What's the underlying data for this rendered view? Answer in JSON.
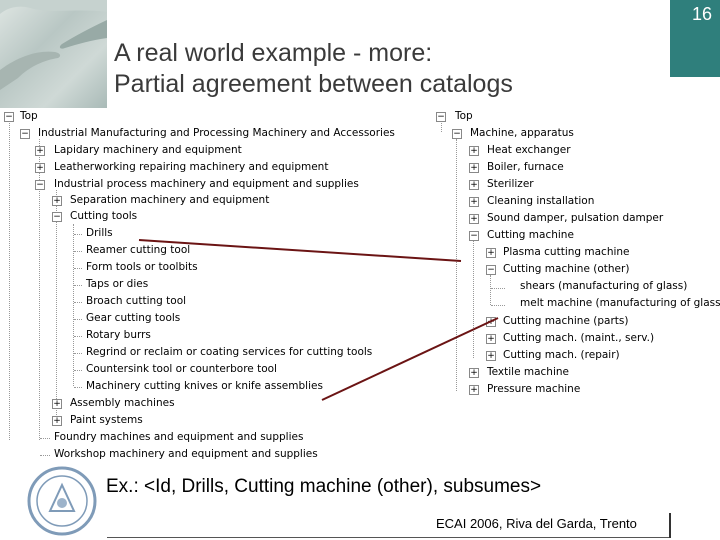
{
  "page_number": "16",
  "title_line1": "A real world example - more:",
  "title_line2": "Partial agreement between catalogs",
  "left_tree": {
    "root": "Top",
    "items": [
      "Industrial Manufacturing and Processing Machinery and Accessories",
      "Lapidary machinery and equipment",
      "Leatherworking repairing machinery and equipment",
      "Industrial process machinery and equipment and supplies",
      "Separation machinery and equipment",
      "Cutting tools",
      "Drills",
      "Reamer cutting tool",
      "Form tools or toolbits",
      "Taps or dies",
      "Broach cutting tool",
      "Gear cutting tools",
      "Rotary burrs",
      "Regrind or reclaim or coating services for cutting tools",
      "Countersink tool or counterbore tool",
      "Machinery cutting knives or knife assemblies",
      "Assembly machines",
      "Paint systems",
      "Foundry  machines and equipment and supplies",
      "Workshop machinery and equipment and supplies"
    ]
  },
  "right_tree": {
    "root": "Top",
    "items": [
      "Machine, apparatus",
      "Heat exchanger",
      "Boiler, furnace",
      "Sterilizer",
      "Cleaning installation",
      "Sound damper, pulsation damper",
      "Cutting machine",
      "Plasma cutting machine",
      "Cutting machine (other)",
      "shears (manufacturing of glass)",
      "melt machine (manufacturing of glass)",
      "Cutting machine (parts)",
      "Cutting mach. (maint., serv.)",
      "Cutting mach. (repair)",
      "Textile machine",
      "Pressure machine"
    ]
  },
  "example_text": "Ex.: <Id, Drills, Cutting machine (other), subsumes>",
  "footer_text": "ECAI 2006, Riva del Garda, Trento",
  "colors": {
    "accent": "#2f7f7c",
    "mapping_line": "#6b1414"
  }
}
